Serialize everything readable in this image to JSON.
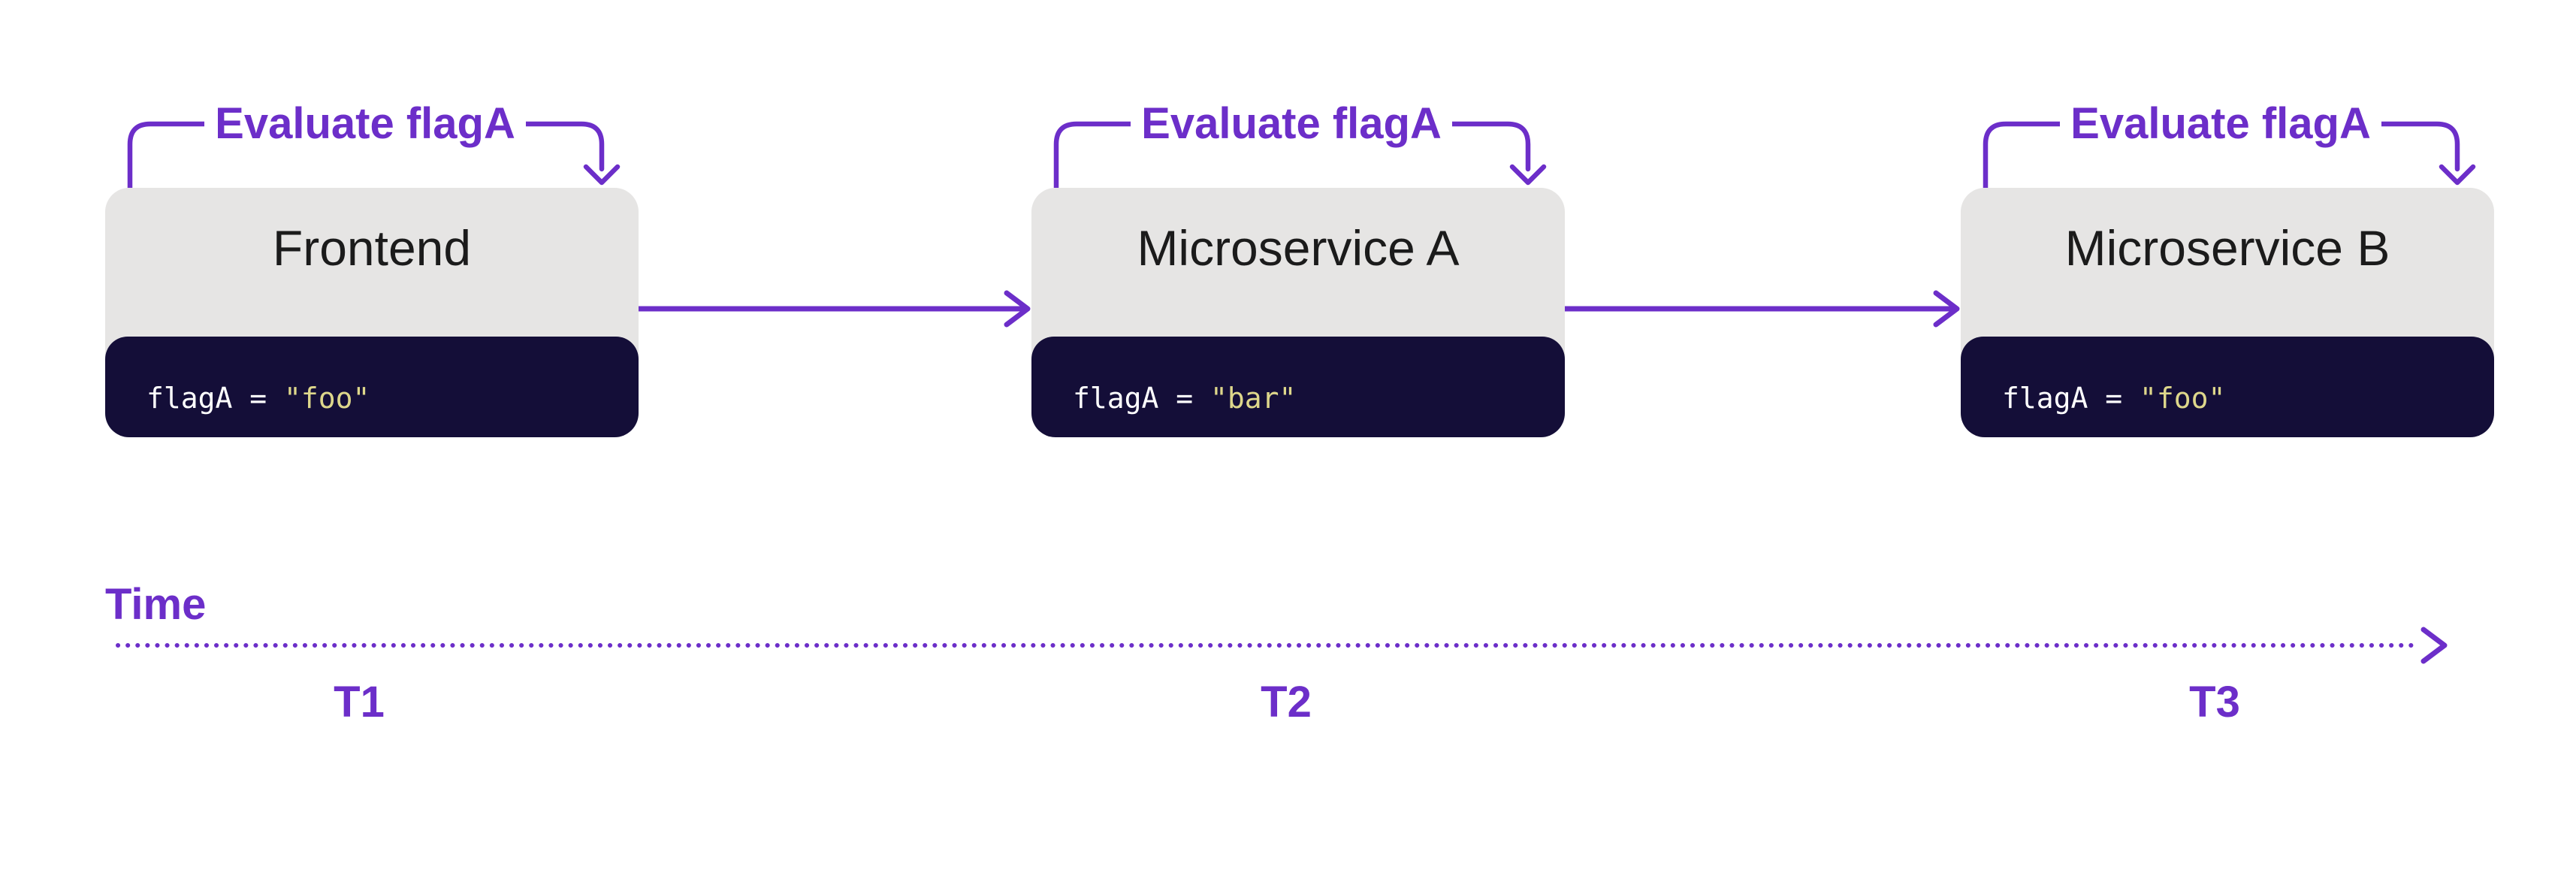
{
  "diagram": {
    "services": [
      {
        "name": "Frontend",
        "annotation": "Evaluate flagA",
        "code_var": "flagA = ",
        "code_value": "\"foo\""
      },
      {
        "name": "Microservice A",
        "annotation": "Evaluate flagA",
        "code_var": "flagA = ",
        "code_value": "\"bar\""
      },
      {
        "name": "Microservice B",
        "annotation": "Evaluate flagA",
        "code_var": "flagA = ",
        "code_value": "\"foo\""
      }
    ],
    "timeline": {
      "label": "Time",
      "ticks": [
        "T1",
        "T2",
        "T3"
      ]
    },
    "colors": {
      "purple": "#6c2ec9",
      "navy": "#140e38",
      "header_gray": "#e6e5e4",
      "string_yellow": "#ded78b",
      "title_text": "#1b1b1b",
      "code_text": "#ffffff"
    }
  }
}
